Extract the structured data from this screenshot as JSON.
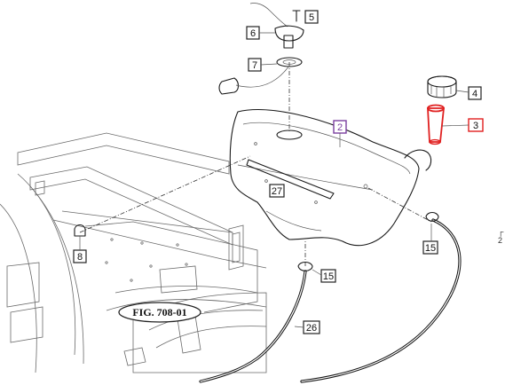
{
  "figure": {
    "label": "FIG. 708-01"
  },
  "callouts": [
    {
      "id": "5",
      "text": "5",
      "color": "#222222"
    },
    {
      "id": "6",
      "text": "6",
      "color": "#222222"
    },
    {
      "id": "7",
      "text": "7",
      "color": "#222222"
    },
    {
      "id": "4",
      "text": "4",
      "color": "#222222"
    },
    {
      "id": "2",
      "text": "2",
      "color": "#7b3fa0"
    },
    {
      "id": "3",
      "text": "3",
      "color": "#e02020"
    },
    {
      "id": "27",
      "text": "27",
      "color": "#222222"
    },
    {
      "id": "8",
      "text": "8",
      "color": "#222222"
    },
    {
      "id": "15a",
      "text": "15",
      "color": "#222222"
    },
    {
      "id": "15b",
      "text": "15",
      "color": "#222222"
    },
    {
      "id": "26",
      "text": "26",
      "color": "#222222"
    }
  ],
  "edge_marks": {
    "line1": "┌",
    "line2": "2"
  },
  "highlight_part": {
    "name": "filler neck",
    "color": "#e02020"
  }
}
